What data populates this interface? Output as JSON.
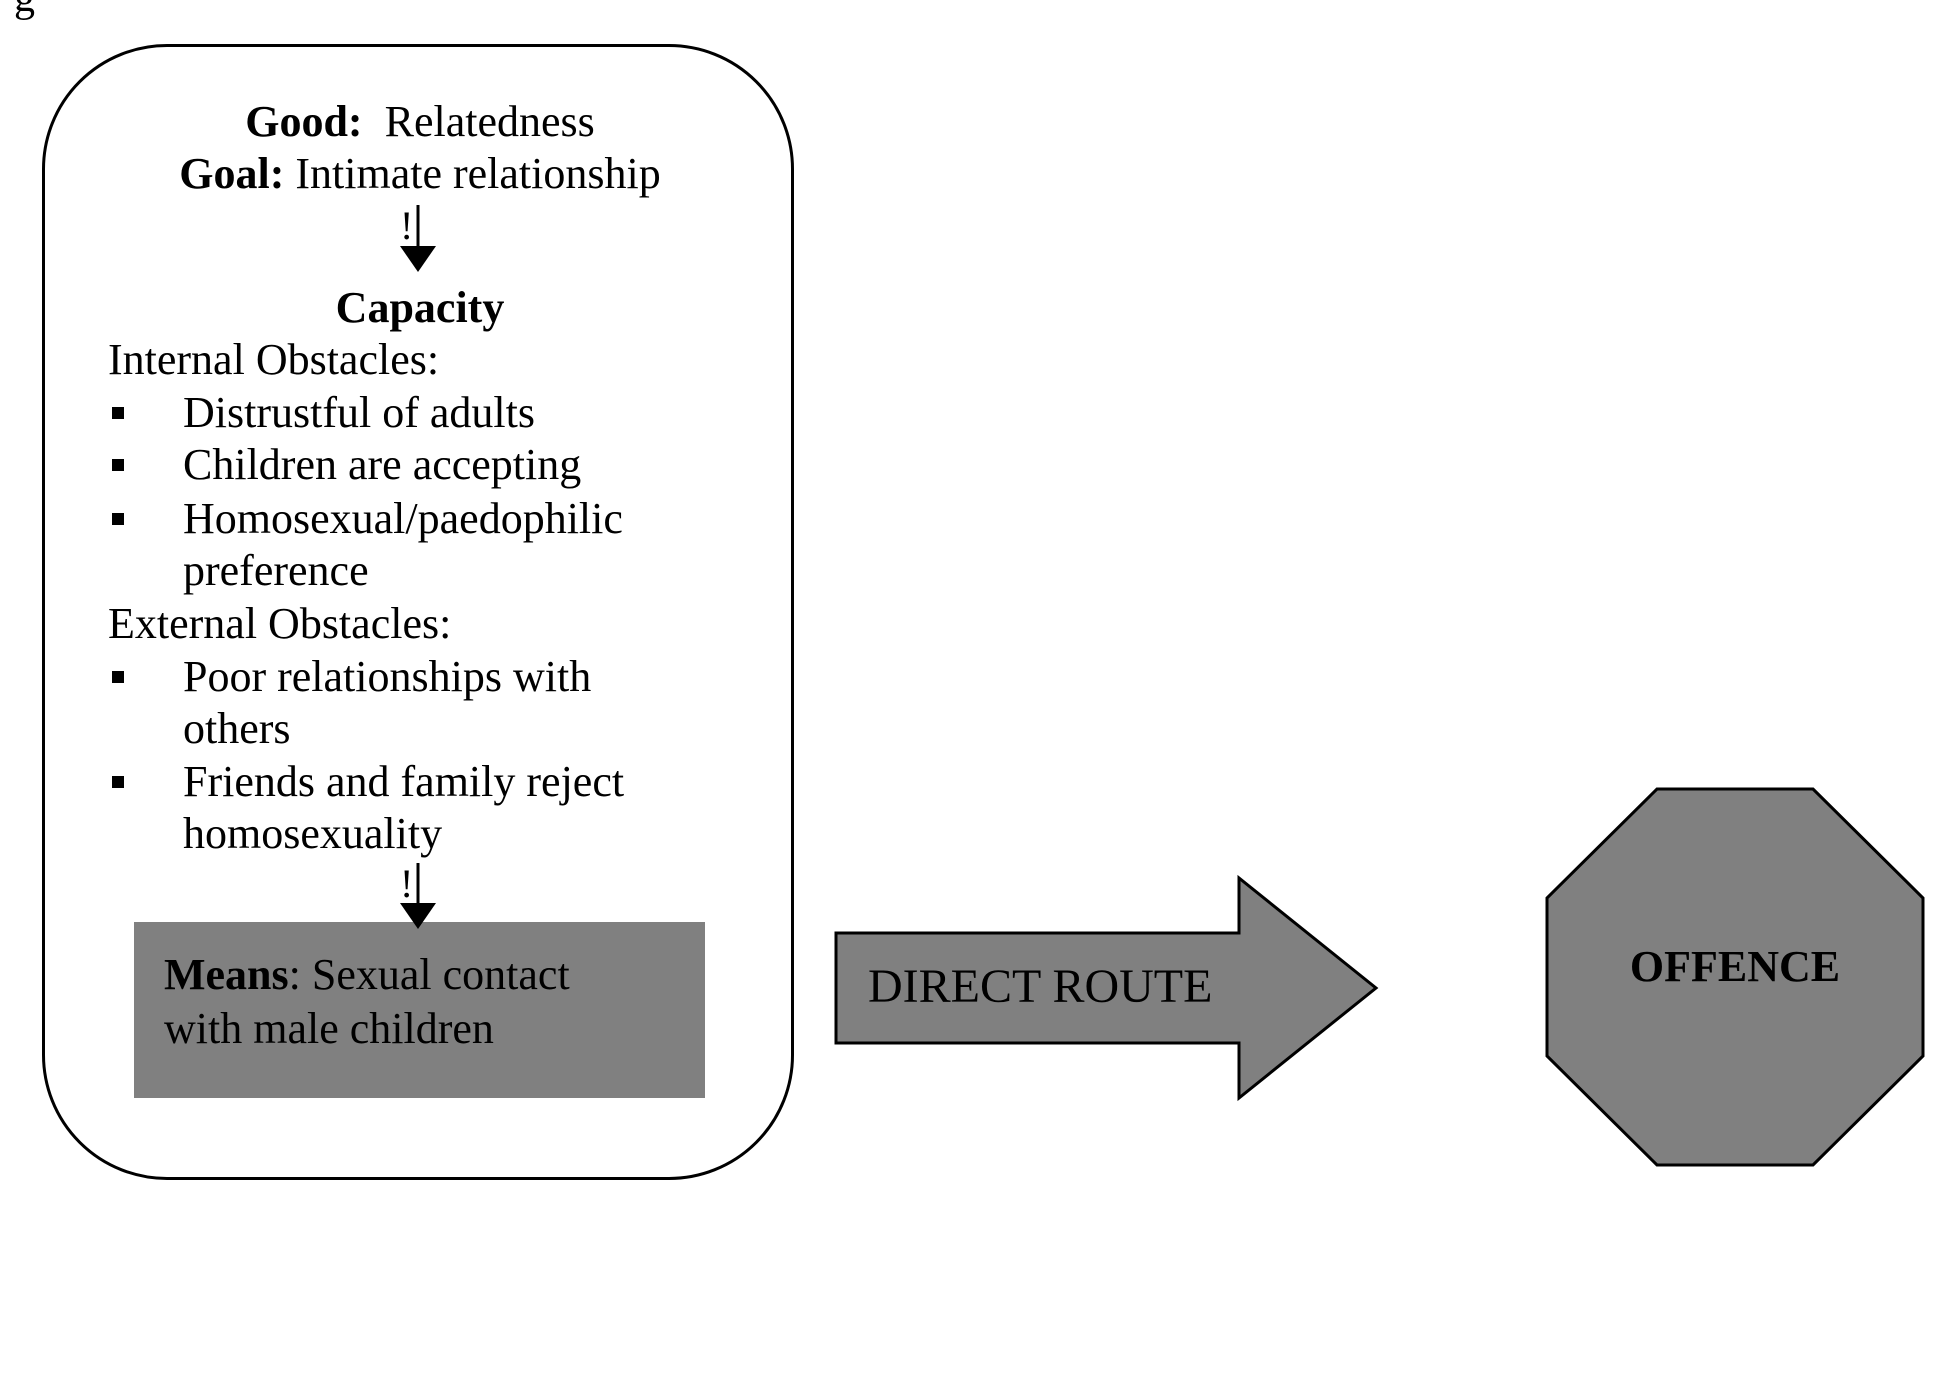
{
  "header": {
    "fragment": "g"
  },
  "panel": {
    "good_label": "Good:",
    "good_value": "Relatedness",
    "goal_label": "Goal:",
    "goal_value": "Intimate relationship",
    "arrow_mark": "!",
    "capacity_heading": "Capacity",
    "internal_heading": "Internal Obstacles:",
    "internal_items": [
      "Distrustful of adults",
      "Children are accepting",
      "Homosexual/paedophilic",
      "preference"
    ],
    "external_heading": "External Obstacles:",
    "external_items": [
      "Poor relationships with",
      "others",
      "Friends and family reject",
      "homosexuality"
    ],
    "means_label": "Means",
    "means_value_1": ": Sexual contact",
    "means_value_2": "with male children"
  },
  "route": {
    "label": "DIRECT ROUTE"
  },
  "outcome": {
    "label": "OFFENCE"
  },
  "colors": {
    "shape_fill": "#808080",
    "stroke": "#000000",
    "background": "#ffffff"
  }
}
